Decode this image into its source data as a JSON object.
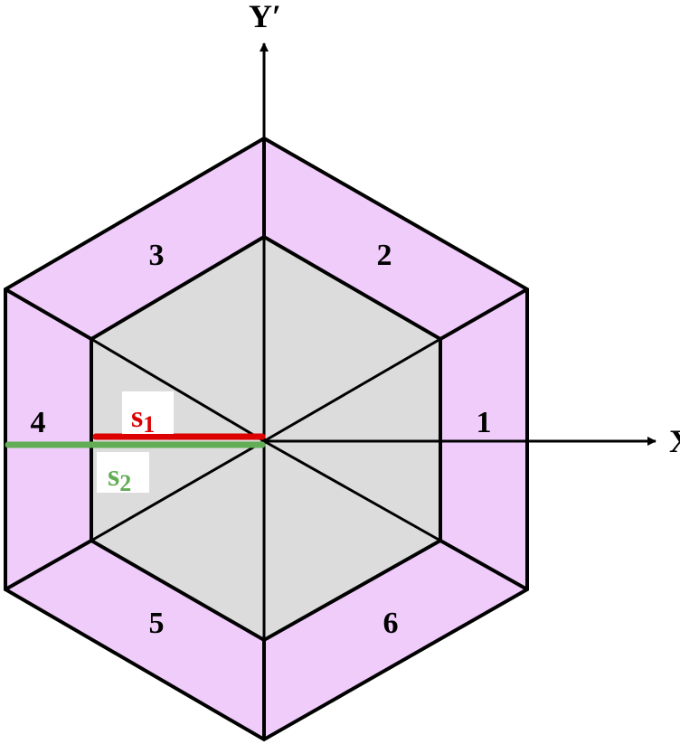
{
  "axes": {
    "y_label": "Y′",
    "x_label": "X′"
  },
  "sectors": [
    "1",
    "2",
    "3",
    "4",
    "5",
    "6"
  ],
  "segments": {
    "s1": {
      "base": "s",
      "sub": "1",
      "color": "#dd0000"
    },
    "s2": {
      "base": "s",
      "sub": "2",
      "color": "#62ad55"
    }
  },
  "colors": {
    "outer_ring": "#f0ccfa",
    "inner_hex": "#dcdcdc"
  }
}
